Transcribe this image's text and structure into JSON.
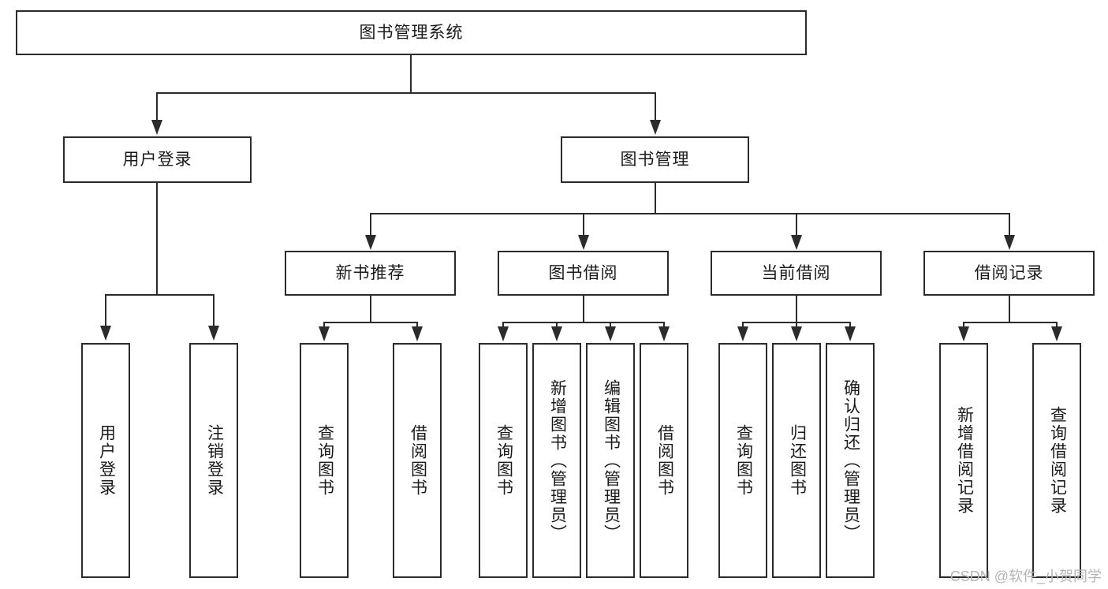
{
  "diagram": {
    "title": "图书管理系统",
    "type": "tree",
    "root": {
      "label": "图书管理系统"
    },
    "level2": [
      {
        "label": "用户登录"
      },
      {
        "label": "图书管理"
      }
    ],
    "level3": [
      {
        "label": "新书推荐"
      },
      {
        "label": "图书借阅"
      },
      {
        "label": "当前借阅"
      },
      {
        "label": "借阅记录"
      }
    ],
    "leaves": {
      "user_login": [
        {
          "label": "用户登录"
        },
        {
          "label": "注销登录"
        }
      ],
      "new_book_recommend": [
        {
          "label": "查询图书"
        },
        {
          "label": "借阅图书"
        }
      ],
      "book_borrow": [
        {
          "label": "查询图书"
        },
        {
          "label": "新增图书（管理员）"
        },
        {
          "label": "编辑图书（管理员）"
        },
        {
          "label": "借阅图书"
        }
      ],
      "current_borrow": [
        {
          "label": "查询图书"
        },
        {
          "label": "归还图书"
        },
        {
          "label": "确认归还（管理员）"
        }
      ],
      "borrow_record": [
        {
          "label": "新增借阅记录"
        },
        {
          "label": "查询借阅记录"
        }
      ]
    }
  },
  "watermark": {
    "text": "CSDN @软件_小贺同学"
  },
  "colors": {
    "stroke": "#2b2b2b",
    "fill": "#ffffff",
    "text": "#1a1a1a",
    "watermark": "#b4b4b4"
  }
}
